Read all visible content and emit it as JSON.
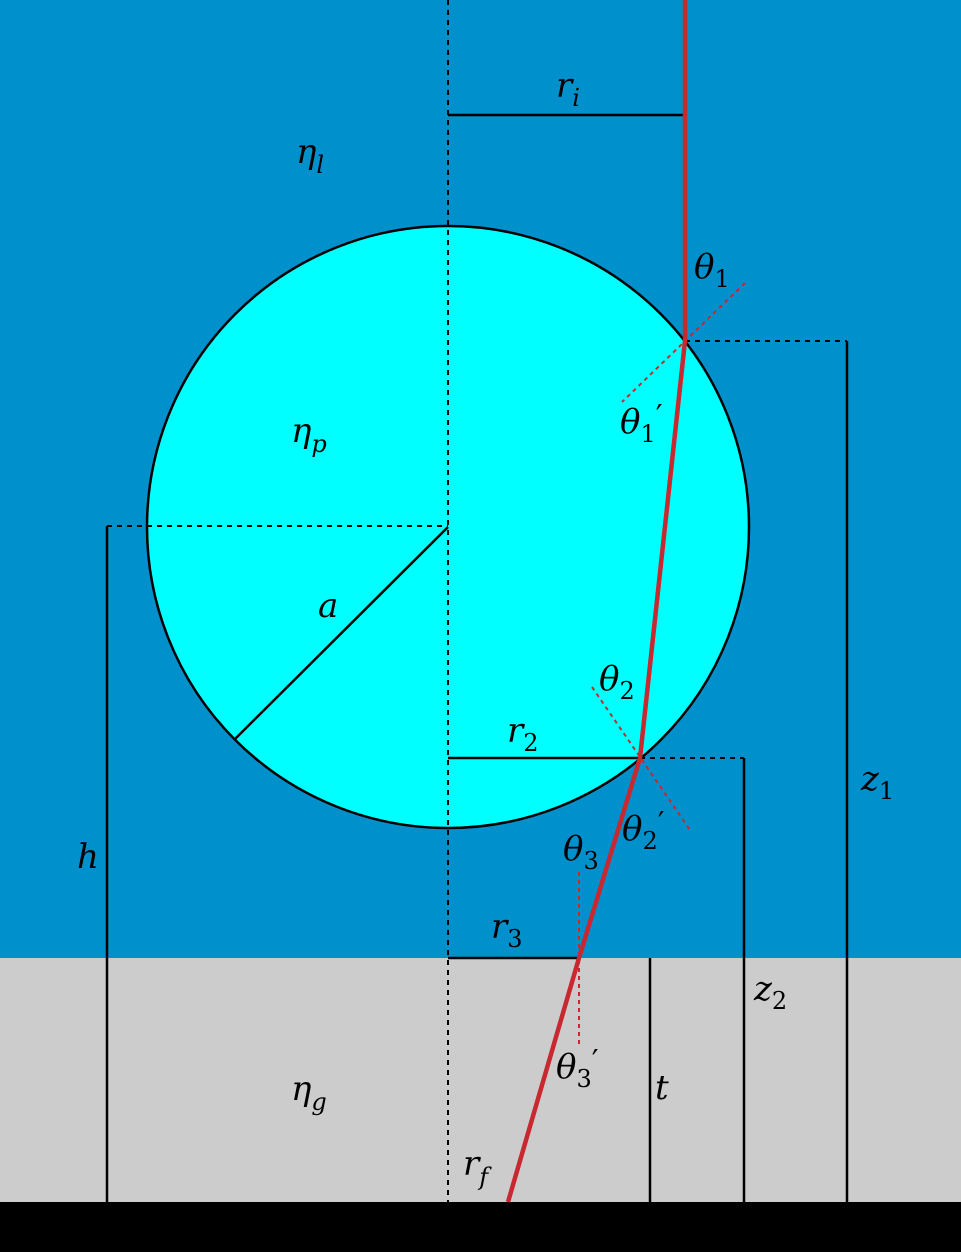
{
  "colors": {
    "liquid": "#0090cc",
    "particle": "#00ffff",
    "glass": "#cccccc",
    "substrate": "#000000",
    "ray": "#c8282f",
    "lines": "#000000"
  },
  "labels": {
    "eta_l": {
      "base": "η",
      "sub": "l"
    },
    "eta_p": {
      "base": "η",
      "sub": "p"
    },
    "eta_g": {
      "base": "η",
      "sub": "g"
    },
    "a": "a",
    "h": "h",
    "t": "t",
    "r_i": {
      "base": "r",
      "sub": "i"
    },
    "r_2": {
      "base": "r",
      "sub": "2"
    },
    "r_3": {
      "base": "r",
      "sub": "3"
    },
    "r_f": {
      "base": "r",
      "sub": "f"
    },
    "z_1": {
      "base": "z",
      "sub": "1"
    },
    "z_2": {
      "base": "z",
      "sub": "2"
    },
    "theta_1": {
      "base": "θ",
      "sub": "1"
    },
    "theta_1p": {
      "base": "θ",
      "sub": "1",
      "prime": "′"
    },
    "theta_2": {
      "base": "θ",
      "sub": "2"
    },
    "theta_2p": {
      "base": "θ",
      "sub": "2",
      "prime": "′"
    },
    "theta_3": {
      "base": "θ",
      "sub": "3"
    },
    "theta_3p": {
      "base": "θ",
      "sub": "3",
      "prime": "′"
    }
  }
}
